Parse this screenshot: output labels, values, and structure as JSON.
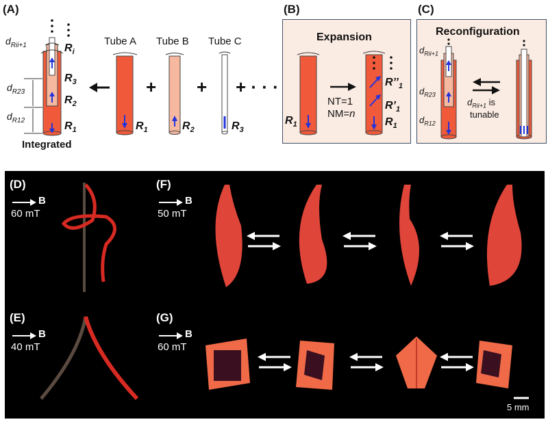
{
  "colors": {
    "tube_red": "#f05a3a",
    "tube_light": "#f7b8a0",
    "panel_fill": "#fbece3",
    "panel_border": "#3f4f66",
    "arrow_blue": "#2233dd",
    "photo_bg": "#000000"
  },
  "panel_a": {
    "label": "(A)",
    "caption": "Integrated",
    "d_rii": "d",
    "d_rii_sub": "Rii+1",
    "d_r23": "d",
    "d_r23_sub": "R23",
    "d_r12": "d",
    "d_r12_sub": "R12",
    "r_i": "R",
    "r_i_sub": "i",
    "r3": "R",
    "r3_sub": "3",
    "r2": "R",
    "r2_sub": "2",
    "r1": "R",
    "r1_sub": "1",
    "tube_a": "Tube A",
    "tube_b": "Tube B",
    "tube_c": "Tube C",
    "tube_a_r": "R",
    "tube_a_r_sub": "1",
    "tube_b_r": "R",
    "tube_b_r_sub": "2",
    "tube_c_r": "R",
    "tube_c_r_sub": "3",
    "plus": "+",
    "ellipsis": "+ · · ·"
  },
  "panel_b": {
    "label": "(B)",
    "title": "Expansion",
    "r1_left": "R",
    "r1_left_sub": "1",
    "nt": "NT=1",
    "nm": "NM=",
    "nm_var": "n",
    "r_dd": "R’’",
    "r_dd_sub": "1",
    "r_d": "R’",
    "r_d_sub": "1",
    "r1": "R",
    "r1_sub": "1"
  },
  "panel_c": {
    "label": "(C)",
    "title": "Reconfiguration",
    "d_rii": "d",
    "d_rii_sub": "Rii+1",
    "d_r23": "d",
    "d_r23_sub": "R23",
    "d_r12": "d",
    "d_r12_sub": "R12",
    "tunable_1": "d",
    "tunable_1_sub": "Rii+1",
    "tunable_1_tail": " is",
    "tunable_2": "tunable"
  },
  "panel_d": {
    "label": "(D)",
    "field": "B",
    "value": "60 mT"
  },
  "panel_e": {
    "label": "(E)",
    "field": "B",
    "value": "40 mT"
  },
  "panel_f": {
    "label": "(F)",
    "field": "B",
    "value": "50 mT"
  },
  "panel_g": {
    "label": "(G)",
    "field": "B",
    "value": "60 mT"
  },
  "scale_bar": "5 mm"
}
